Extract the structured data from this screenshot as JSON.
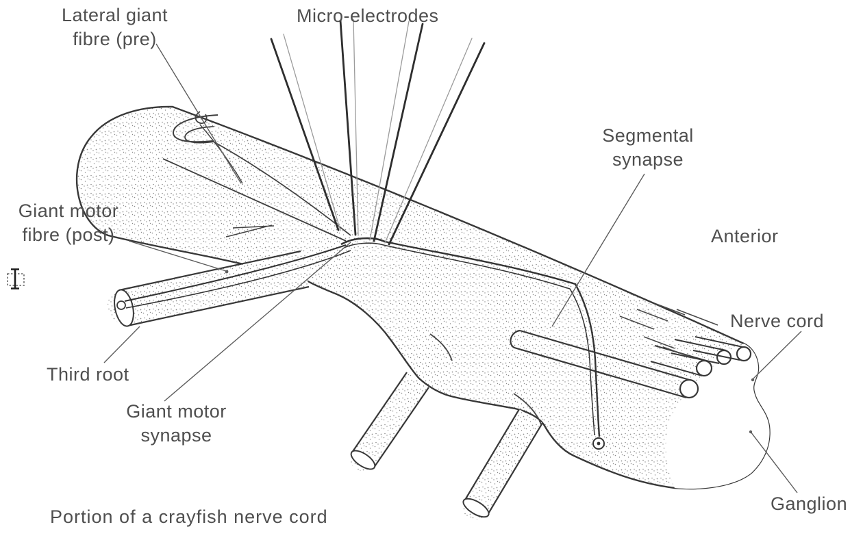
{
  "figure": {
    "caption": "Portion of a crayfish nerve cord",
    "labels": {
      "lateral_giant_line1": "Lateral giant",
      "lateral_giant_line2": "fibre (pre)",
      "micro_electrodes": "Micro-electrodes",
      "segmental_line1": "Segmental",
      "segmental_line2": "synapse",
      "anterior": "Anterior",
      "giant_motor_fibre_line1": "Giant motor",
      "giant_motor_fibre_line2": "fibre (post)",
      "third_root": "Third root",
      "giant_motor_synapse_line1": "Giant motor",
      "giant_motor_synapse_line2": "synapse",
      "nerve_cord": "Nerve cord",
      "ganglion": "Ganglion"
    },
    "colors": {
      "ink": "#3a3a3a",
      "text": "#4f4f4f",
      "background": "#ffffff",
      "stipple": "#8a8a8a"
    },
    "cursor": "text-select-cursor"
  }
}
